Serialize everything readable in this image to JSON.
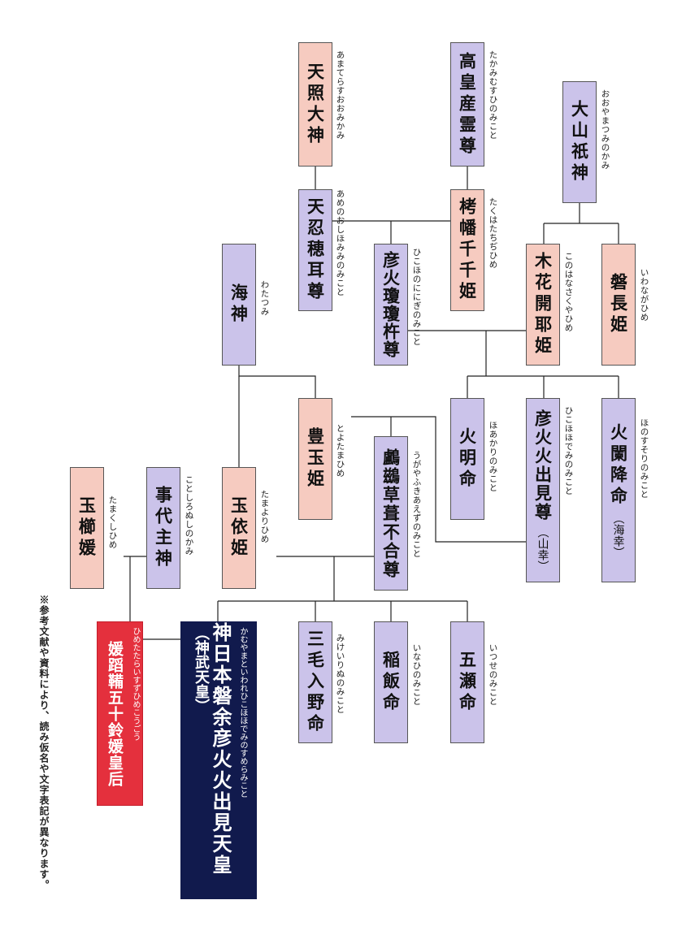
{
  "people": {
    "amaterasu": {
      "name": "天照大神",
      "reading": "あまてらすおおみかみ",
      "sex": "female"
    },
    "takamimusubi": {
      "name": "高皇産霊尊",
      "reading": "たかみむすひのみこと",
      "sex": "male"
    },
    "ooyamatsumi": {
      "name": "大山祇神",
      "reading": "おおやまつみのかみ",
      "sex": "male"
    },
    "ameno_oshihomimi": {
      "name": "天忍穂耳尊",
      "reading": "あめのおしほみみのみこと",
      "sex": "male"
    },
    "takuhatachiji": {
      "name": "栲幡千千姫",
      "reading": "たくはたちぢひめ",
      "sex": "female"
    },
    "watatsumi": {
      "name": "海神",
      "reading": "わたつみ",
      "sex": "male"
    },
    "ninigi": {
      "name": "彦火瓊瓊杵尊",
      "reading": "ひこほのににぎのみこと",
      "sex": "male"
    },
    "konohanasakuya": {
      "name": "木花開耶姫",
      "reading": "このはなさくやひめ",
      "sex": "female"
    },
    "iwanaga": {
      "name": "磐長姫",
      "reading": "いわながひめ",
      "sex": "female"
    },
    "toyotama": {
      "name": "豊玉姫",
      "reading": "とよたまひめ",
      "sex": "female"
    },
    "ugaya": {
      "name": "鸕鷀草葺不合尊",
      "reading": "うがやふきあえずのみこと",
      "sex": "male"
    },
    "hoakari": {
      "name": "火明命",
      "reading": "ほあかりのみこと",
      "sex": "male"
    },
    "hohodemi": {
      "name": "彦火火出見尊",
      "note": "（山幸）",
      "reading": "ひこほほでみのみこと",
      "sex": "male"
    },
    "hosuseri": {
      "name": "火闌降命",
      "note": "（海幸）",
      "reading": "ほのすそりのみこと",
      "sex": "male"
    },
    "tamayori": {
      "name": "玉依姫",
      "reading": "たまよりひめ",
      "sex": "female"
    },
    "kotoshironushi": {
      "name": "事代主神",
      "reading": "ことしろぬしのかみ",
      "sex": "male"
    },
    "tamakushi": {
      "name": "玉櫛媛",
      "reading": "たまくしひめ",
      "sex": "female"
    },
    "mikeiri": {
      "name": "三毛入野命",
      "reading": "みけいりぬのみこと",
      "sex": "male"
    },
    "inahi": {
      "name": "稲飯命",
      "reading": "いなひのみこと",
      "sex": "male"
    },
    "itsuse": {
      "name": "五瀬命",
      "reading": "いつせのみこと",
      "sex": "male"
    },
    "jimmu": {
      "name": "神日本磐余彦火火出見天皇",
      "note": "（神武天皇）",
      "reading": "かむやまといわれひこほほでみのすめらみこと",
      "sex": "emperor"
    },
    "himetatara": {
      "name": "媛蹈鞴五十鈴媛皇后",
      "reading": "ひめたたらいすずひめこうごう",
      "sex": "empress"
    }
  },
  "legend": {
    "male_color": "#cbc3ea",
    "female_color": "#f6cbc0",
    "empress_color": "#e4303d",
    "emperor_color": "#111a4d"
  },
  "footnote": "※参考文献や資料により、読み仮名や文字表記が異なります。"
}
